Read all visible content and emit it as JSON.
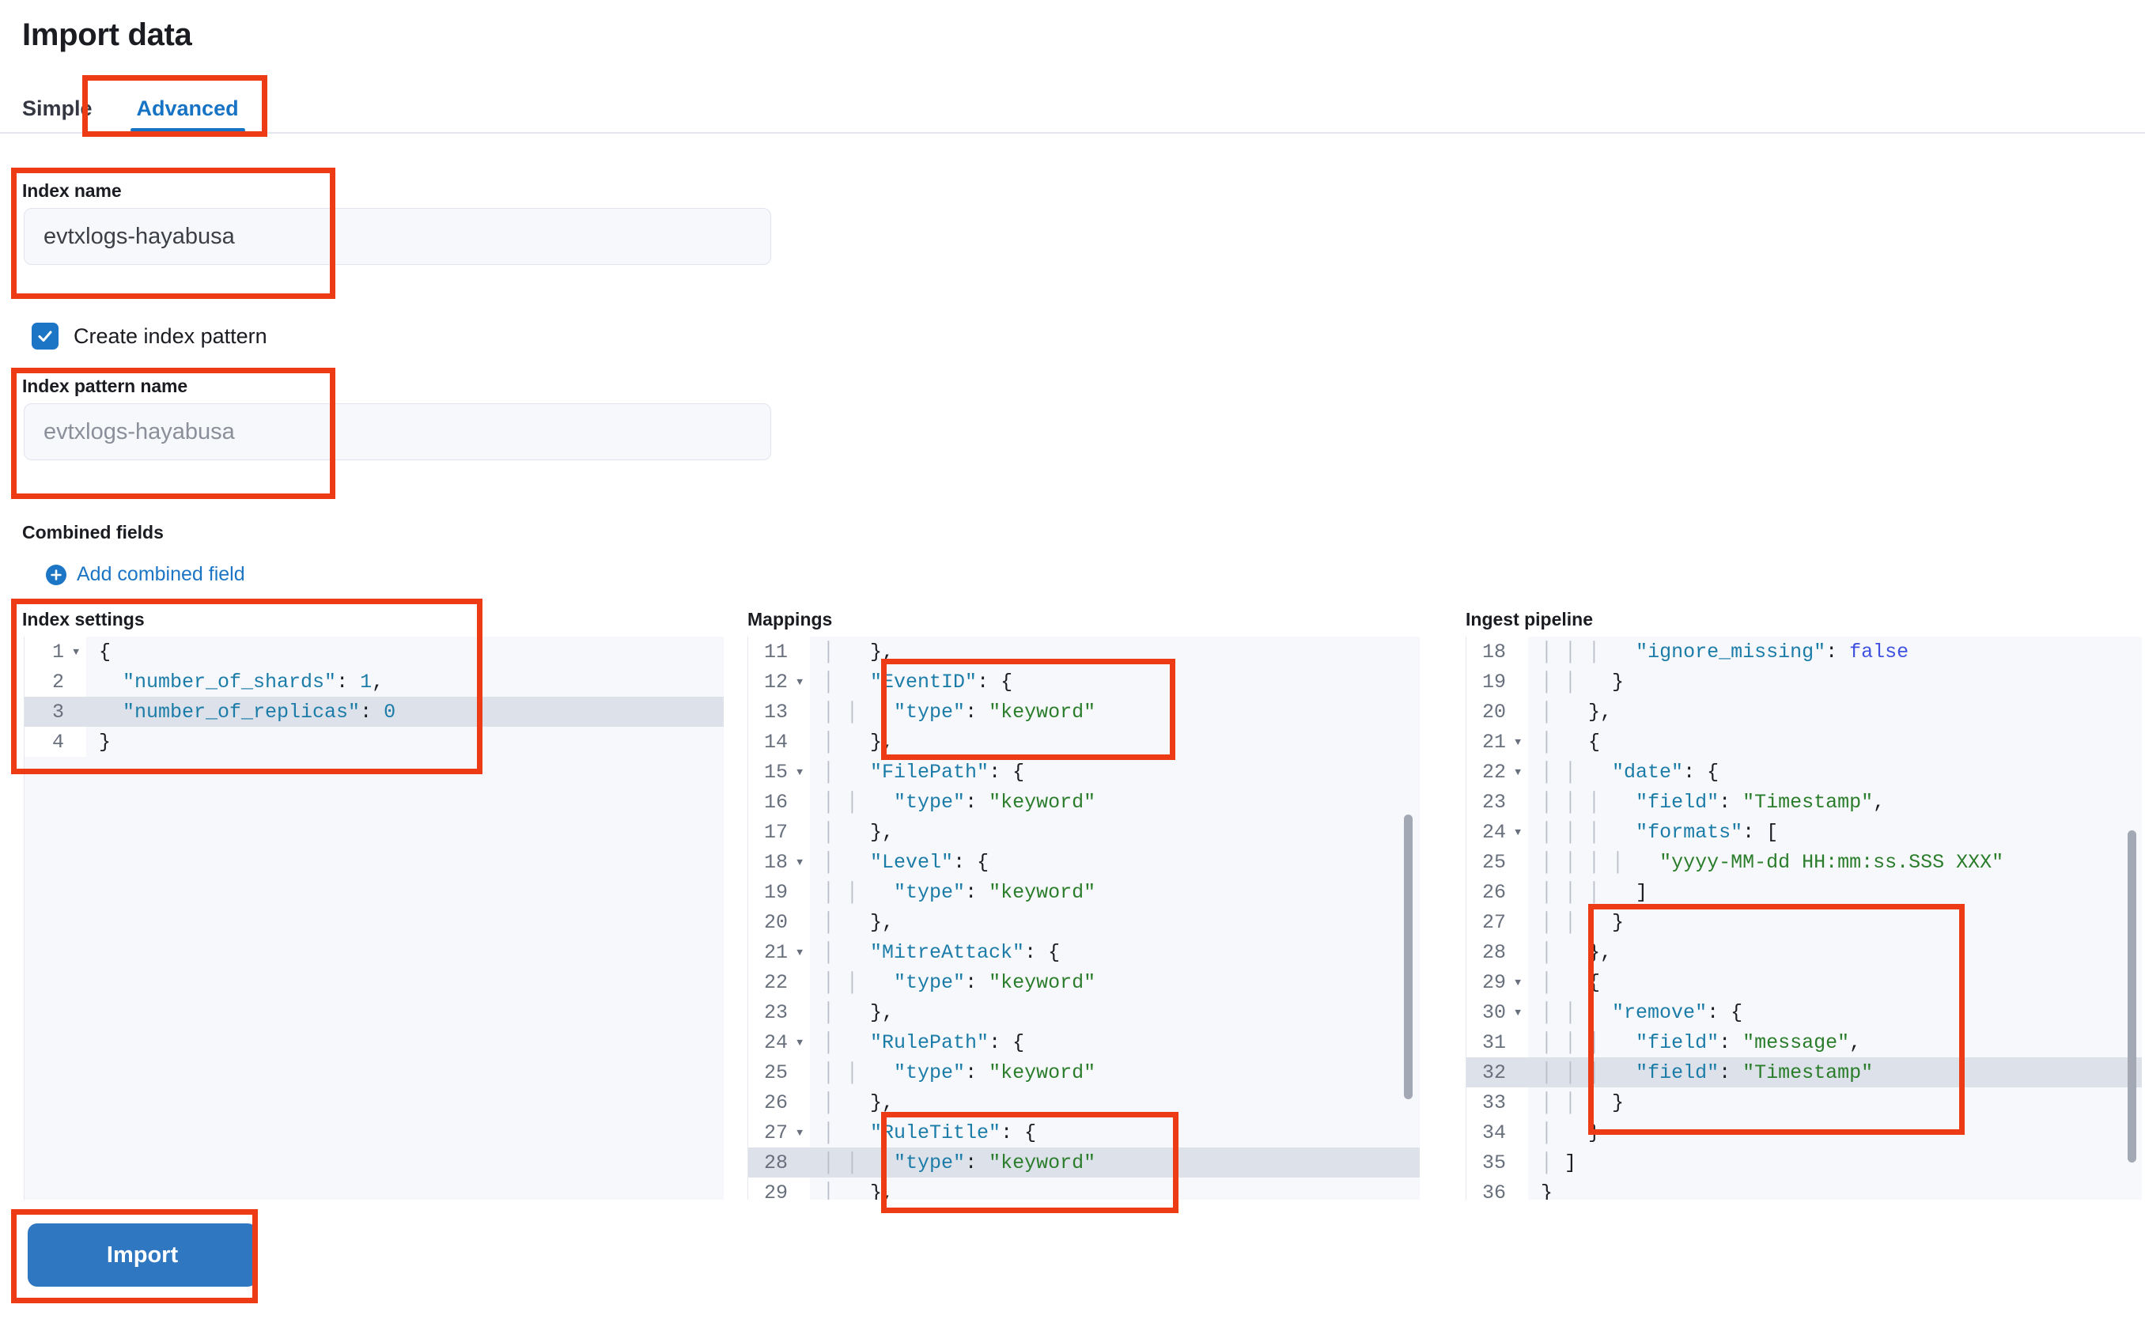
{
  "page": {
    "title": "Import data"
  },
  "tabs": [
    {
      "label": "Simple",
      "active": false
    },
    {
      "label": "Advanced",
      "active": true
    }
  ],
  "form": {
    "index_name_label": "Index name",
    "index_name_value": "evtxlogs-hayabusa",
    "create_index_pattern_label": "Create index pattern",
    "create_index_pattern_checked": true,
    "index_pattern_label": "Index pattern name",
    "index_pattern_placeholder": "evtxlogs-hayabusa",
    "combined_fields_label": "Combined fields",
    "add_combined_field_label": "Add combined field"
  },
  "editors": {
    "index_settings": {
      "title": "Index settings",
      "highlight_line": 3,
      "lines": [
        {
          "num": 1,
          "fold": true,
          "tokens": [
            {
              "t": "{",
              "c": ""
            }
          ]
        },
        {
          "num": 2,
          "fold": false,
          "tokens": [
            {
              "t": "  ",
              "c": ""
            },
            {
              "t": "\"number_of_shards\"",
              "c": "k"
            },
            {
              "t": ": ",
              "c": ""
            },
            {
              "t": "1",
              "c": "n"
            },
            {
              "t": ",",
              "c": ""
            }
          ]
        },
        {
          "num": 3,
          "fold": false,
          "tokens": [
            {
              "t": "  ",
              "c": ""
            },
            {
              "t": "\"number_of_replicas\"",
              "c": "k"
            },
            {
              "t": ": ",
              "c": ""
            },
            {
              "t": "0",
              "c": "n"
            }
          ]
        },
        {
          "num": 4,
          "fold": false,
          "tokens": [
            {
              "t": "}",
              "c": ""
            }
          ]
        }
      ]
    },
    "mappings": {
      "title": "Mappings",
      "highlight_line": 28,
      "lines": [
        {
          "num": 11,
          "fold": false,
          "tokens": [
            {
              "t": "│ ",
              "c": "g"
            },
            {
              "t": "  },",
              "c": ""
            }
          ]
        },
        {
          "num": 12,
          "fold": true,
          "tokens": [
            {
              "t": "│ ",
              "c": "g"
            },
            {
              "t": "  ",
              "c": ""
            },
            {
              "t": "\"EventID\"",
              "c": "k"
            },
            {
              "t": ": {",
              "c": ""
            }
          ]
        },
        {
          "num": 13,
          "fold": false,
          "tokens": [
            {
              "t": "│ ",
              "c": "g"
            },
            {
              "t": "│ ",
              "c": "g"
            },
            {
              "t": "  ",
              "c": ""
            },
            {
              "t": "\"type\"",
              "c": "k"
            },
            {
              "t": ": ",
              "c": ""
            },
            {
              "t": "\"keyword\"",
              "c": "s"
            }
          ]
        },
        {
          "num": 14,
          "fold": false,
          "tokens": [
            {
              "t": "│ ",
              "c": "g"
            },
            {
              "t": "  },",
              "c": ""
            }
          ]
        },
        {
          "num": 15,
          "fold": true,
          "tokens": [
            {
              "t": "│ ",
              "c": "g"
            },
            {
              "t": "  ",
              "c": ""
            },
            {
              "t": "\"FilePath\"",
              "c": "k"
            },
            {
              "t": ": {",
              "c": ""
            }
          ]
        },
        {
          "num": 16,
          "fold": false,
          "tokens": [
            {
              "t": "│ ",
              "c": "g"
            },
            {
              "t": "│ ",
              "c": "g"
            },
            {
              "t": "  ",
              "c": ""
            },
            {
              "t": "\"type\"",
              "c": "k"
            },
            {
              "t": ": ",
              "c": ""
            },
            {
              "t": "\"keyword\"",
              "c": "s"
            }
          ]
        },
        {
          "num": 17,
          "fold": false,
          "tokens": [
            {
              "t": "│ ",
              "c": "g"
            },
            {
              "t": "  },",
              "c": ""
            }
          ]
        },
        {
          "num": 18,
          "fold": true,
          "tokens": [
            {
              "t": "│ ",
              "c": "g"
            },
            {
              "t": "  ",
              "c": ""
            },
            {
              "t": "\"Level\"",
              "c": "k"
            },
            {
              "t": ": {",
              "c": ""
            }
          ]
        },
        {
          "num": 19,
          "fold": false,
          "tokens": [
            {
              "t": "│ ",
              "c": "g"
            },
            {
              "t": "│ ",
              "c": "g"
            },
            {
              "t": "  ",
              "c": ""
            },
            {
              "t": "\"type\"",
              "c": "k"
            },
            {
              "t": ": ",
              "c": ""
            },
            {
              "t": "\"keyword\"",
              "c": "s"
            }
          ]
        },
        {
          "num": 20,
          "fold": false,
          "tokens": [
            {
              "t": "│ ",
              "c": "g"
            },
            {
              "t": "  },",
              "c": ""
            }
          ]
        },
        {
          "num": 21,
          "fold": true,
          "tokens": [
            {
              "t": "│ ",
              "c": "g"
            },
            {
              "t": "  ",
              "c": ""
            },
            {
              "t": "\"MitreAttack\"",
              "c": "k"
            },
            {
              "t": ": {",
              "c": ""
            }
          ]
        },
        {
          "num": 22,
          "fold": false,
          "tokens": [
            {
              "t": "│ ",
              "c": "g"
            },
            {
              "t": "│ ",
              "c": "g"
            },
            {
              "t": "  ",
              "c": ""
            },
            {
              "t": "\"type\"",
              "c": "k"
            },
            {
              "t": ": ",
              "c": ""
            },
            {
              "t": "\"keyword\"",
              "c": "s"
            }
          ]
        },
        {
          "num": 23,
          "fold": false,
          "tokens": [
            {
              "t": "│ ",
              "c": "g"
            },
            {
              "t": "  },",
              "c": ""
            }
          ]
        },
        {
          "num": 24,
          "fold": true,
          "tokens": [
            {
              "t": "│ ",
              "c": "g"
            },
            {
              "t": "  ",
              "c": ""
            },
            {
              "t": "\"RulePath\"",
              "c": "k"
            },
            {
              "t": ": {",
              "c": ""
            }
          ]
        },
        {
          "num": 25,
          "fold": false,
          "tokens": [
            {
              "t": "│ ",
              "c": "g"
            },
            {
              "t": "│ ",
              "c": "g"
            },
            {
              "t": "  ",
              "c": ""
            },
            {
              "t": "\"type\"",
              "c": "k"
            },
            {
              "t": ": ",
              "c": ""
            },
            {
              "t": "\"keyword\"",
              "c": "s"
            }
          ]
        },
        {
          "num": 26,
          "fold": false,
          "tokens": [
            {
              "t": "│ ",
              "c": "g"
            },
            {
              "t": "  },",
              "c": ""
            }
          ]
        },
        {
          "num": 27,
          "fold": true,
          "tokens": [
            {
              "t": "│ ",
              "c": "g"
            },
            {
              "t": "  ",
              "c": ""
            },
            {
              "t": "\"RuleTitle\"",
              "c": "k"
            },
            {
              "t": ": {",
              "c": ""
            }
          ]
        },
        {
          "num": 28,
          "fold": false,
          "tokens": [
            {
              "t": "│ ",
              "c": "g"
            },
            {
              "t": "│ ",
              "c": "g"
            },
            {
              "t": "  ",
              "c": ""
            },
            {
              "t": "\"type\"",
              "c": "k"
            },
            {
              "t": ": ",
              "c": ""
            },
            {
              "t": "\"keyword\"",
              "c": "s"
            }
          ]
        },
        {
          "num": 29,
          "fold": false,
          "tokens": [
            {
              "t": "│ ",
              "c": "g"
            },
            {
              "t": "  },",
              "c": ""
            }
          ]
        }
      ]
    },
    "ingest_pipeline": {
      "title": "Ingest pipeline",
      "highlight_line": 32,
      "lines": [
        {
          "num": 18,
          "fold": false,
          "tokens": [
            {
              "t": "│ ",
              "c": "g"
            },
            {
              "t": "│ ",
              "c": "g"
            },
            {
              "t": "│ ",
              "c": "g"
            },
            {
              "t": "  ",
              "c": ""
            },
            {
              "t": "\"ignore_missing\"",
              "c": "k"
            },
            {
              "t": ": ",
              "c": ""
            },
            {
              "t": "false",
              "c": "b"
            }
          ]
        },
        {
          "num": 19,
          "fold": false,
          "tokens": [
            {
              "t": "│ ",
              "c": "g"
            },
            {
              "t": "│ ",
              "c": "g"
            },
            {
              "t": "  }",
              "c": ""
            }
          ]
        },
        {
          "num": 20,
          "fold": false,
          "tokens": [
            {
              "t": "│ ",
              "c": "g"
            },
            {
              "t": "  },",
              "c": ""
            }
          ]
        },
        {
          "num": 21,
          "fold": true,
          "tokens": [
            {
              "t": "│ ",
              "c": "g"
            },
            {
              "t": "  {",
              "c": ""
            }
          ]
        },
        {
          "num": 22,
          "fold": true,
          "tokens": [
            {
              "t": "│ ",
              "c": "g"
            },
            {
              "t": "│ ",
              "c": "g"
            },
            {
              "t": "  ",
              "c": ""
            },
            {
              "t": "\"date\"",
              "c": "k"
            },
            {
              "t": ": {",
              "c": ""
            }
          ]
        },
        {
          "num": 23,
          "fold": false,
          "tokens": [
            {
              "t": "│ ",
              "c": "g"
            },
            {
              "t": "│ ",
              "c": "g"
            },
            {
              "t": "│ ",
              "c": "g"
            },
            {
              "t": "  ",
              "c": ""
            },
            {
              "t": "\"field\"",
              "c": "k"
            },
            {
              "t": ": ",
              "c": ""
            },
            {
              "t": "\"Timestamp\"",
              "c": "s"
            },
            {
              "t": ",",
              "c": ""
            }
          ]
        },
        {
          "num": 24,
          "fold": true,
          "tokens": [
            {
              "t": "│ ",
              "c": "g"
            },
            {
              "t": "│ ",
              "c": "g"
            },
            {
              "t": "│ ",
              "c": "g"
            },
            {
              "t": "  ",
              "c": ""
            },
            {
              "t": "\"formats\"",
              "c": "k"
            },
            {
              "t": ": [",
              "c": ""
            }
          ]
        },
        {
          "num": 25,
          "fold": false,
          "tokens": [
            {
              "t": "│ ",
              "c": "g"
            },
            {
              "t": "│ ",
              "c": "g"
            },
            {
              "t": "│ ",
              "c": "g"
            },
            {
              "t": "│ ",
              "c": "g"
            },
            {
              "t": "  ",
              "c": ""
            },
            {
              "t": "\"yyyy-MM-dd HH:mm:ss.SSS XXX\"",
              "c": "s"
            }
          ]
        },
        {
          "num": 26,
          "fold": false,
          "tokens": [
            {
              "t": "│ ",
              "c": "g"
            },
            {
              "t": "│ ",
              "c": "g"
            },
            {
              "t": "│ ",
              "c": "g"
            },
            {
              "t": "  ]",
              "c": ""
            }
          ]
        },
        {
          "num": 27,
          "fold": false,
          "tokens": [
            {
              "t": "│ ",
              "c": "g"
            },
            {
              "t": "│ ",
              "c": "g"
            },
            {
              "t": "  }",
              "c": ""
            }
          ]
        },
        {
          "num": 28,
          "fold": false,
          "tokens": [
            {
              "t": "│ ",
              "c": "g"
            },
            {
              "t": "  },",
              "c": ""
            }
          ]
        },
        {
          "num": 29,
          "fold": true,
          "tokens": [
            {
              "t": "│ ",
              "c": "g"
            },
            {
              "t": "  {",
              "c": ""
            }
          ]
        },
        {
          "num": 30,
          "fold": true,
          "tokens": [
            {
              "t": "│ ",
              "c": "g"
            },
            {
              "t": "│ ",
              "c": "g"
            },
            {
              "t": "  ",
              "c": ""
            },
            {
              "t": "\"remove\"",
              "c": "k"
            },
            {
              "t": ": {",
              "c": ""
            }
          ]
        },
        {
          "num": 31,
          "fold": false,
          "tokens": [
            {
              "t": "│ ",
              "c": "g"
            },
            {
              "t": "│ ",
              "c": "g"
            },
            {
              "t": "│ ",
              "c": "g"
            },
            {
              "t": "  ",
              "c": ""
            },
            {
              "t": "\"field\"",
              "c": "k"
            },
            {
              "t": ": ",
              "c": ""
            },
            {
              "t": "\"message\"",
              "c": "s"
            },
            {
              "t": ",",
              "c": ""
            }
          ]
        },
        {
          "num": 32,
          "fold": false,
          "tokens": [
            {
              "t": "│ ",
              "c": "g"
            },
            {
              "t": "│ ",
              "c": "g"
            },
            {
              "t": "│ ",
              "c": "g"
            },
            {
              "t": "  ",
              "c": ""
            },
            {
              "t": "\"field\"",
              "c": "k"
            },
            {
              "t": ": ",
              "c": ""
            },
            {
              "t": "\"Timestamp\"",
              "c": "s"
            }
          ]
        },
        {
          "num": 33,
          "fold": false,
          "tokens": [
            {
              "t": "│ ",
              "c": "g"
            },
            {
              "t": "│ ",
              "c": "g"
            },
            {
              "t": "  }",
              "c": ""
            }
          ]
        },
        {
          "num": 34,
          "fold": false,
          "tokens": [
            {
              "t": "│ ",
              "c": "g"
            },
            {
              "t": "  }",
              "c": ""
            }
          ]
        },
        {
          "num": 35,
          "fold": false,
          "tokens": [
            {
              "t": "│ ",
              "c": "g"
            },
            {
              "t": "]",
              "c": ""
            }
          ]
        },
        {
          "num": 36,
          "fold": false,
          "tokens": [
            {
              "t": "}",
              "c": ""
            }
          ]
        }
      ]
    }
  },
  "actions": {
    "import_label": "Import"
  },
  "colors": {
    "accent_blue": "#1773c4",
    "button_blue": "#3077c2",
    "annotation_red": "#ed3b16",
    "code_key": "#1b7ca8",
    "code_string": "#2a7d2a",
    "code_boolean": "#3f51e0"
  }
}
